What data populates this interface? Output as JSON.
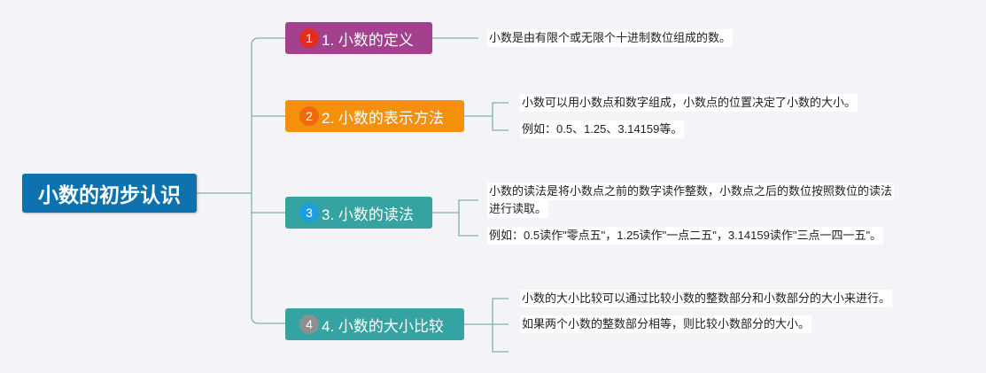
{
  "root": {
    "title": "小数的初步认识"
  },
  "branches": [
    {
      "number": "1",
      "label": "1. 小数的定义",
      "color": "#a3418f",
      "badge_color": "#e32b1e",
      "leaves": [
        "小数是由有限个或无限个十进制数位组成的数。"
      ]
    },
    {
      "number": "2",
      "label": "2. 小数的表示方法",
      "color": "#f4900c",
      "badge_color": "#f06a0b",
      "leaves": [
        "小数可以用小数点和数字组成，小数点的位置决定了小数的大小。",
        "例如：0.5、1.25、3.14159等。"
      ]
    },
    {
      "number": "3",
      "label": "3. 小数的读法",
      "color": "#35a3a1",
      "badge_color": "#1b9fe0",
      "leaves": [
        "小数的读法是将小数点之前的数字读作整数，小数点之后的数位按照数位的读法",
        "进行读取。",
        "例如：0.5读作\"零点五\"，1.25读作\"一点二五\"，3.14159读作\"三点一四一五\"。"
      ]
    },
    {
      "number": "4",
      "label": "4. 小数的大小比较",
      "color": "#35a3a1",
      "badge_color": "#8e9090",
      "leaves": [
        "小数的大小比较可以通过比较小数的整数部分和小数部分的大小来进行。",
        "如果两个小数的整数部分相等，则比较小数部分的大小。"
      ]
    }
  ],
  "colors": {
    "line": "#7fb2aa",
    "background": "#f4f4f8"
  }
}
